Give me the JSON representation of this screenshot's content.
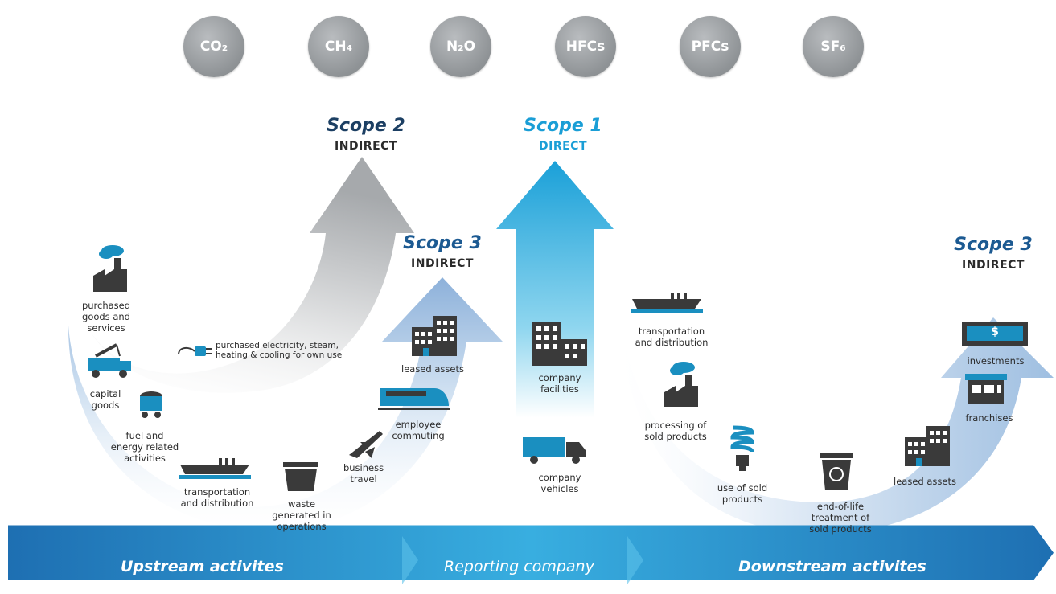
{
  "gases": [
    "CO₂",
    "CH₄",
    "N₂O",
    "HFCs",
    "PFCs",
    "SF₆"
  ],
  "scopes": {
    "scope2": {
      "title": "Scope 2",
      "sub": "INDIRECT"
    },
    "scope1": {
      "title": "Scope 1",
      "sub": "DIRECT"
    },
    "scope3_up": {
      "title": "Scope 3",
      "sub": "INDIRECT"
    },
    "scope3_down": {
      "title": "Scope 3",
      "sub": "INDIRECT"
    }
  },
  "upstream": {
    "purchased_goods": "purchased\ngoods and\nservices",
    "electricity": "purchased electricity, steam,\nheating & cooling for own use",
    "capital_goods": "capital\ngoods",
    "fuel_energy": "fuel and\nenergy related\nactivities",
    "transportation": "transportation\nand distribution",
    "waste": "waste\ngenerated in\noperations",
    "business_travel": "business\ntravel",
    "employee_commuting": "employee\ncommuting",
    "leased_assets": "leased assets"
  },
  "company": {
    "facilities": "company\nfacilities",
    "vehicles": "company\nvehicles"
  },
  "downstream": {
    "transportation": "transportation\nand distribution",
    "processing": "processing of\nsold products",
    "use": "use of sold\nproducts",
    "end_of_life": "end-of-life\ntreatment of\nsold products",
    "leased_assets": "leased assets",
    "franchises": "franchises",
    "investments": "investments",
    "investment_symbol": "$"
  },
  "band": {
    "upstream": "Upstream activites",
    "reporting": "Reporting company",
    "downstream": "Downstream activites"
  },
  "colors": {
    "dark_blue": "#1c3f63",
    "light_blue": "#1aa6d6",
    "icon_dark": "#3a3a3a",
    "icon_blue": "#1a8fc0",
    "band_blue": "#1b7fc0"
  }
}
